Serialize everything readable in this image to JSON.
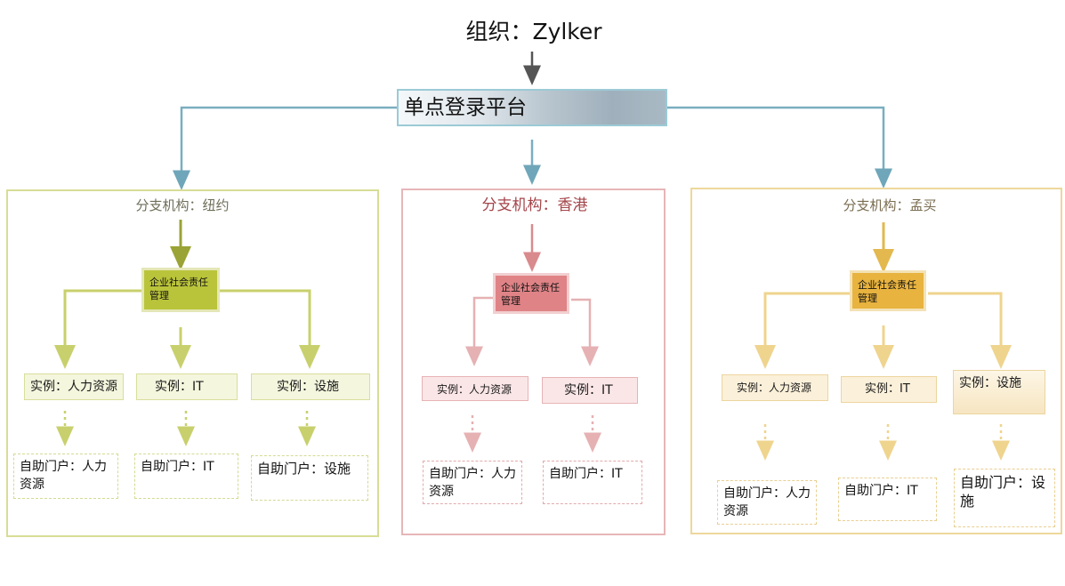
{
  "title": "组织：Zylker",
  "sso": "单点登录平台",
  "branches": [
    {
      "label": "分支机构：纽约",
      "csr": "企业社会责任管理",
      "instances": [
        "实例：人力资源",
        "实例：IT",
        "实例：设施"
      ],
      "portals": [
        "自助门户：人力资源",
        "自助门户：IT",
        "自助门户：设施"
      ]
    },
    {
      "label": "分支机构：香港",
      "csr": "企业社会责任管理",
      "instances": [
        "实例：人力资源",
        "实例：IT"
      ],
      "portals": [
        "自助门户：人力资源",
        "自助门户：IT"
      ]
    },
    {
      "label": "分支机构：孟买",
      "csr": "企业社会责任管理",
      "instances": [
        "实例：人力资源",
        "实例：IT",
        "实例：设施"
      ],
      "portals": [
        "自助门户：人力资源",
        "自助门户：IT",
        "自助门户：设施"
      ]
    }
  ],
  "colors": {
    "connector_main": "#7aaec0",
    "connector_top": "#555555",
    "new_york": "#a8b43a",
    "hong_kong": "#d97f82",
    "mumbai": "#e8c05a"
  }
}
